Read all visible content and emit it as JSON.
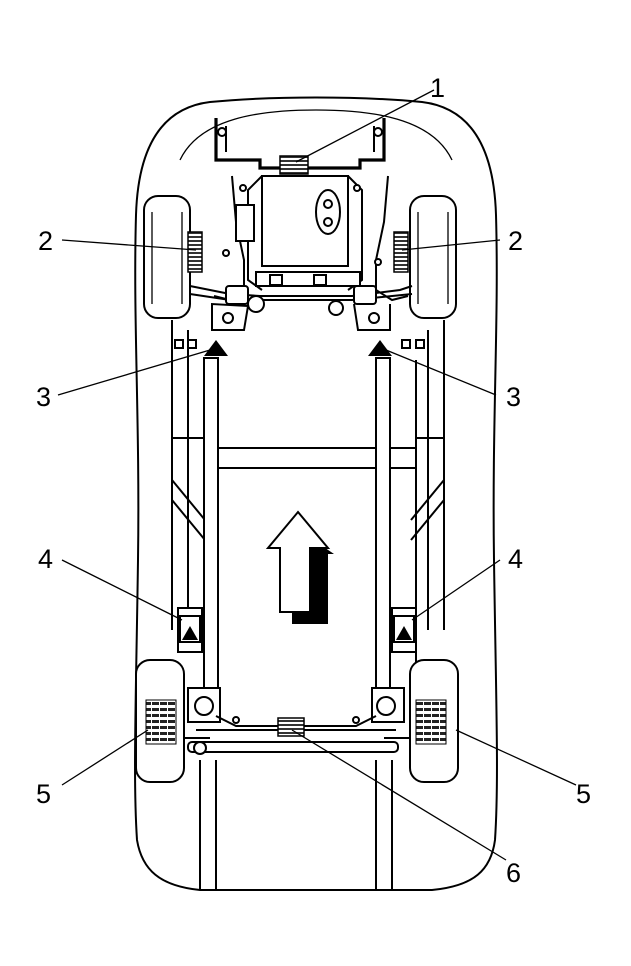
{
  "callouts": {
    "c1": "1",
    "c2_left": "2",
    "c2_right": "2",
    "c3_left": "3",
    "c3_right": "3",
    "c4_left": "4",
    "c4_right": "4",
    "c5_left": "5",
    "c5_right": "5",
    "c6": "6"
  },
  "colors": {
    "line": "#000000",
    "background": "#ffffff",
    "shading": "#555555"
  },
  "icons": {
    "direction": "forward-arrow-icon",
    "lift_point": "lift-point-triangle-icon",
    "jack_pad": "jack-pad-icon"
  }
}
